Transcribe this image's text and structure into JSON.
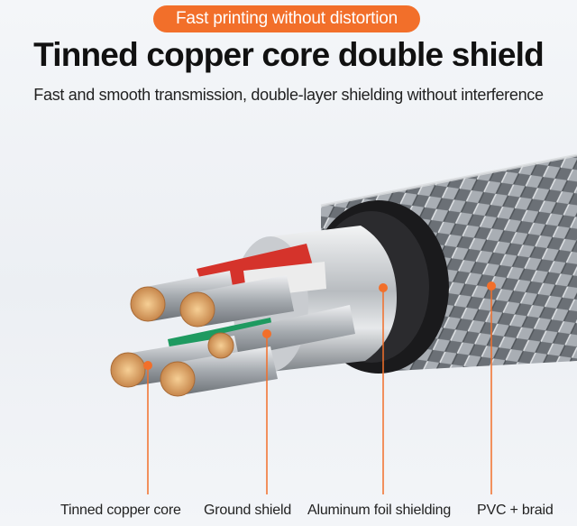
{
  "badge": {
    "text": "Fast printing without distortion",
    "color": "#f26f2a"
  },
  "title": "Tinned copper core double shield",
  "subtitle": "Fast and smooth transmission, double-layer shielding without interference",
  "accent_color": "#f26f2a",
  "labels": [
    {
      "id": "tinned-copper-core",
      "text": "Tinned copper core"
    },
    {
      "id": "ground-shield",
      "text": "Ground shield"
    },
    {
      "id": "aluminum-foil-shielding",
      "text": "Aluminum foil shielding"
    },
    {
      "id": "pvc-braid",
      "text": "PVC + braid"
    }
  ],
  "wire_colors": {
    "red": "#d5332b",
    "green": "#1e9a60",
    "white": "#e9e9e9",
    "copper": "#d9a26a"
  }
}
